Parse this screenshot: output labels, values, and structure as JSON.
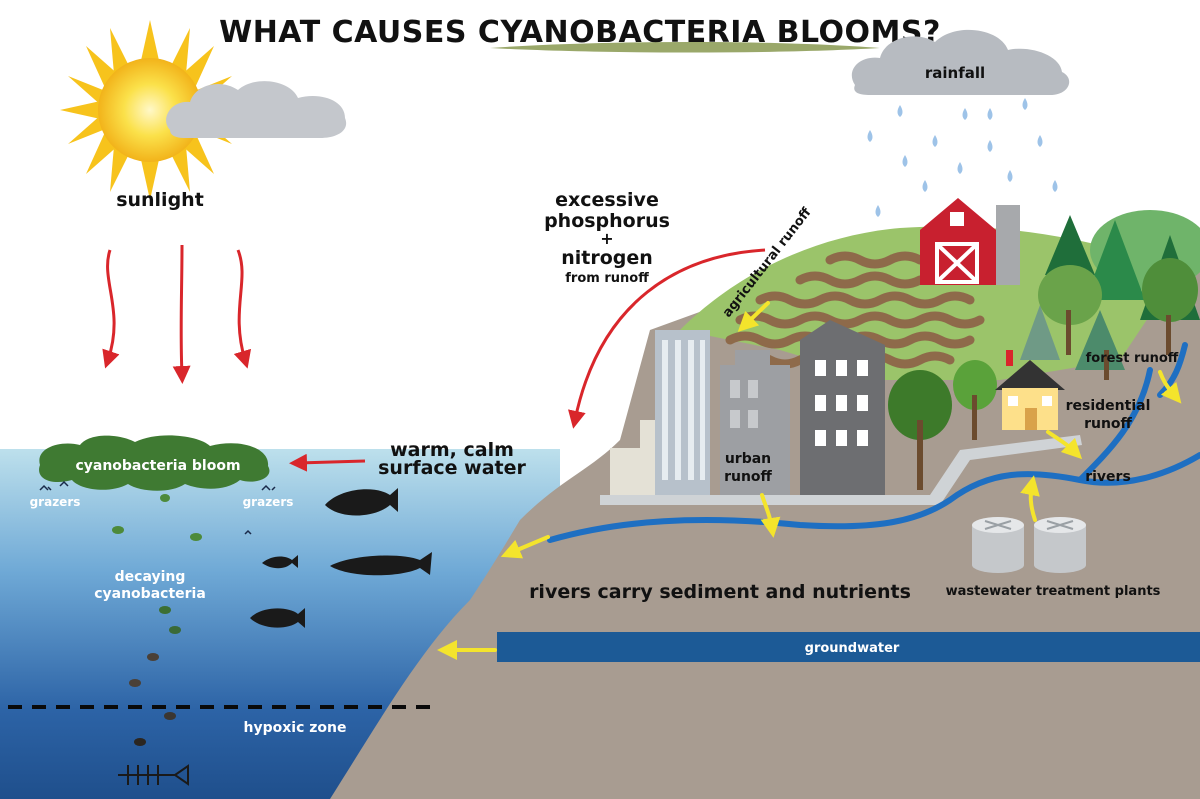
{
  "title": "WHAT CAUSES CYANOBACTERIA BLOOMS?",
  "labels": {
    "sunlight": "sunlight",
    "rainfall": "rainfall",
    "excessive": "excessive",
    "phosphorus": "phosphorus",
    "plus": "+",
    "nitrogen": "nitrogen",
    "from_runoff": "from runoff",
    "agricultural_runoff": "agricultural runoff",
    "forest_runoff": "forest runoff",
    "residential": "residential",
    "runoff": "runoff",
    "rivers": "rivers",
    "urban": "urban",
    "urban_runoff": "runoff",
    "warm_calm": "warm, calm",
    "surface_water": "surface water",
    "cyanobacteria_bloom": "cyanobacteria bloom",
    "grazers_left": "grazers",
    "grazers_right": "grazers",
    "decaying": "decaying",
    "cyanobacteria": "cyanobacteria",
    "rivers_carry": "rivers carry sediment and nutrients",
    "wastewater": "wastewater treatment plants",
    "groundwater": "groundwater",
    "hypoxic_zone": "hypoxic zone"
  },
  "colors": {
    "arrow_red": "#d9262b",
    "arrow_yellow": "#f4e42c",
    "river_blue": "#1e6fc2",
    "ground": "#a89c91",
    "bloom_green": "#3f7a32",
    "sun_yellow": "#f7c31c",
    "barn_red": "#c8202f"
  }
}
